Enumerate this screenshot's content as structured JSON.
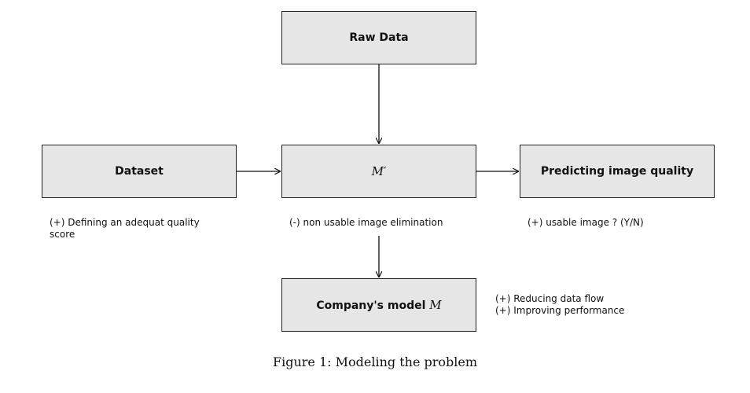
{
  "nodes": {
    "raw_data": {
      "label": "Raw Data"
    },
    "dataset": {
      "label": "Dataset"
    },
    "m_prime": {
      "label": "M′"
    },
    "predicting": {
      "label": "Predicting image quality"
    },
    "company_model": {
      "label": "Company's model",
      "symbol": "M"
    }
  },
  "notes": {
    "dataset_line1": "(+) Defining an adequat quality",
    "dataset_line2": "score",
    "m_prime": "(-) non usable image elimination",
    "predicting": "(+) usable image ?  (Y/N)",
    "company_line1": "(+) Reducing data flow",
    "company_line2": "(+) Improving performance"
  },
  "caption": "Figure 1: Modeling the problem"
}
